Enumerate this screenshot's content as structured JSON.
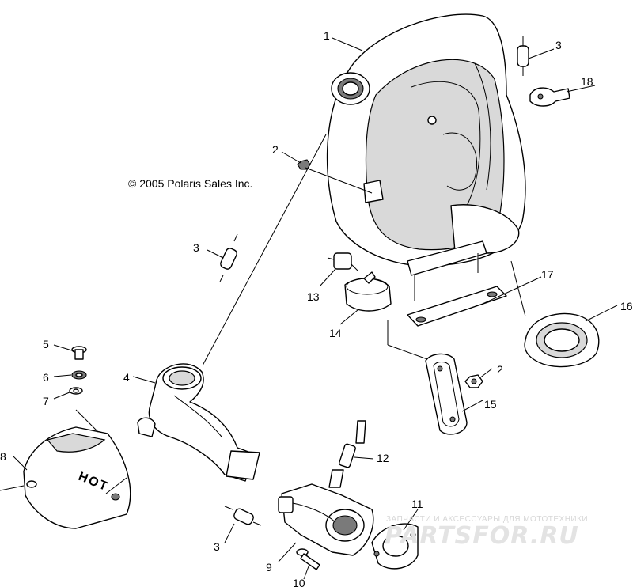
{
  "copyright": "© 2005 Polaris Sales Inc.",
  "watermark": {
    "tagline": "ЗАПЧАСТИ И АКСЕССУАРЫ ДЛЯ МОТОТЕХНИКИ",
    "logo": "PARTSFOR.RU"
  },
  "muffler_stamp": "HOT",
  "callouts": {
    "c1": "1",
    "c2a": "2",
    "c2b": "2",
    "c3a": "3",
    "c3b": "3",
    "c3c": "3",
    "c4": "4",
    "c5": "5",
    "c6": "6",
    "c7": "7",
    "c8": "8",
    "c9": "9",
    "c10": "10",
    "c11": "11",
    "c12": "12",
    "c13": "13",
    "c14": "14",
    "c15": "15",
    "c16": "16",
    "c17": "17",
    "c18": "18"
  },
  "colors": {
    "line": "#000000",
    "background": "#ffffff",
    "watermark": "#e0e0e0"
  }
}
